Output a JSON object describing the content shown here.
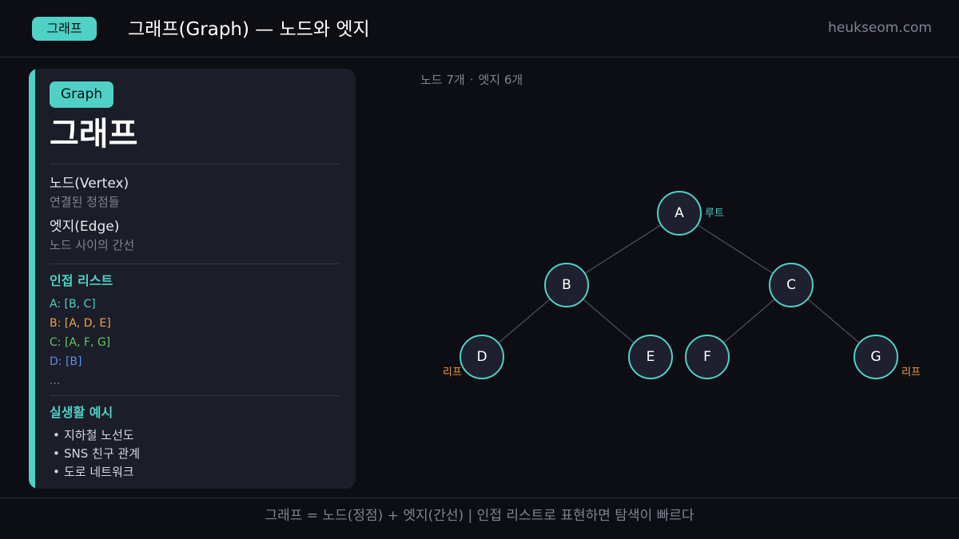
{
  "header": {
    "tag": "그래프",
    "title": "그래프(Graph) — 노드와 엣지",
    "site": "heukseom.com"
  },
  "card": {
    "en_label": "Graph",
    "title": "그래프",
    "definitions": [
      {
        "term": "노드(Vertex)",
        "desc": "연결된 정점들"
      },
      {
        "term": "엣지(Edge)",
        "desc": "노드 사이의 간선"
      }
    ],
    "adjacency": {
      "title": "인접 리스트",
      "items": [
        {
          "text": "A: [B, C]",
          "color": "#4fd1c5"
        },
        {
          "text": "B: [A, D, E]",
          "color": "#f0a048"
        },
        {
          "text": "C: [A, F, G]",
          "color": "#5fc76a"
        },
        {
          "text": "D: [B]",
          "color": "#5b8def"
        },
        {
          "text": "...",
          "color": "#7f8494"
        }
      ]
    },
    "examples": {
      "title": "실생활 예시",
      "bullet": "•",
      "items": [
        "지하철 노선도",
        "SNS 친구 관계",
        "도로 네트워크"
      ]
    }
  },
  "graph": {
    "count_nodes": "노드 7개",
    "count_sep": "·",
    "count_edges": "엣지 6개",
    "nodes": [
      "A",
      "B",
      "C",
      "D",
      "E",
      "F",
      "G"
    ],
    "edges": [
      [
        "A",
        "B"
      ],
      [
        "A",
        "C"
      ],
      [
        "B",
        "D"
      ],
      [
        "B",
        "E"
      ],
      [
        "C",
        "F"
      ],
      [
        "C",
        "G"
      ]
    ],
    "root_label": "루트",
    "leaf_label": "리프",
    "colors": {
      "accent": "#4fd1c5",
      "leaf": "#f0a048"
    }
  },
  "footer": {
    "text": "그래프 = 노드(정점) + 엣지(간선) | 인접 리스트로 표현하면 탐색이 빠르다"
  }
}
